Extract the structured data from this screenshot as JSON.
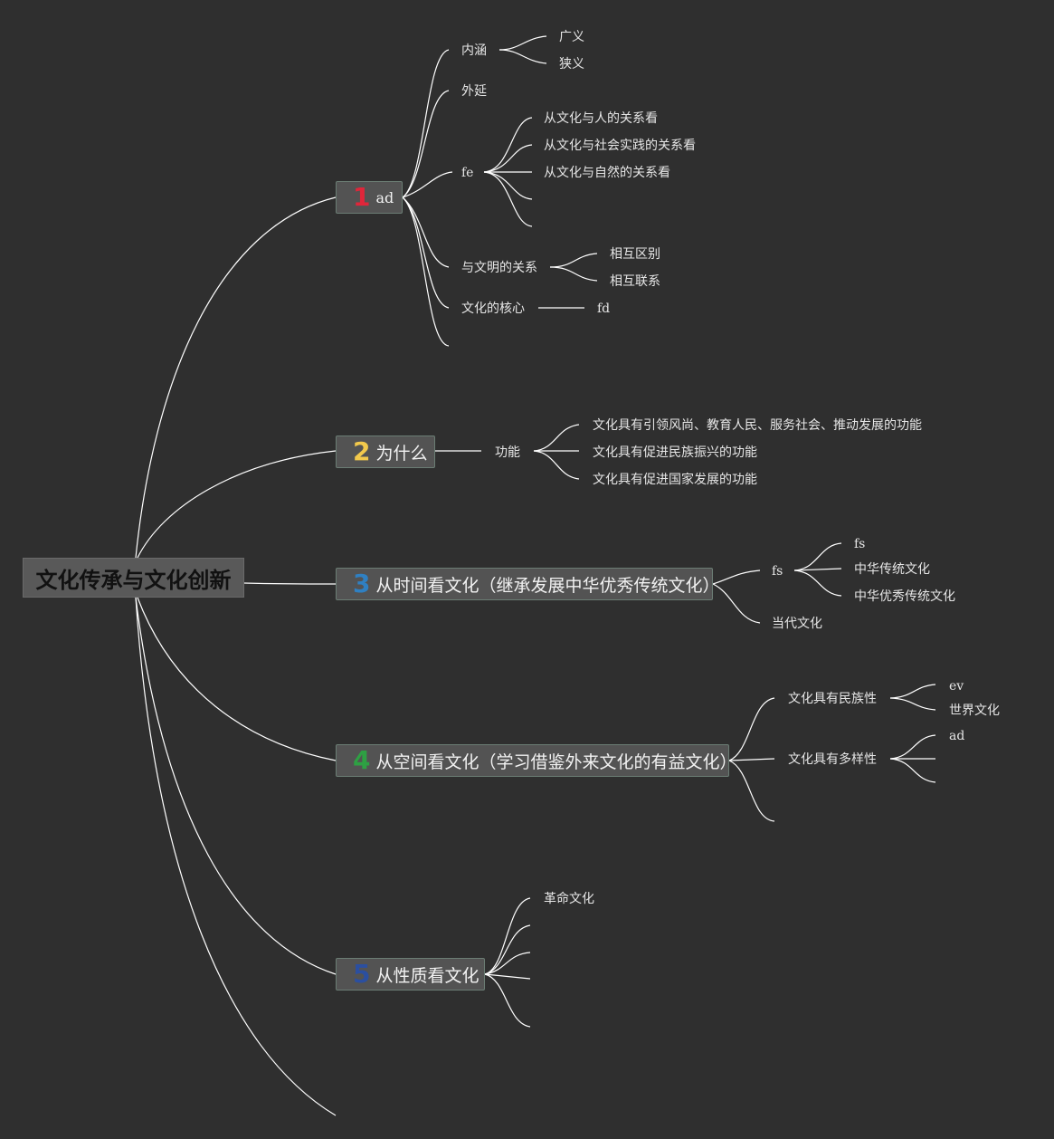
{
  "root": {
    "title": "文化传承与文化创新"
  },
  "branches": [
    {
      "num": "1",
      "num_color": "#e0263a",
      "label": "ad"
    },
    {
      "num": "2",
      "num_color": "#f2c94c",
      "label": "为什么"
    },
    {
      "num": "3",
      "num_color": "#2f80c2",
      "label": "从时间看文化（继承发展中华优秀传统文化）"
    },
    {
      "num": "4",
      "num_color": "#2ea043",
      "label": "从空间看文化（学习借鉴外来文化的有益文化）"
    },
    {
      "num": "5",
      "num_color": "#2b4fa0",
      "label": "从性质看文化"
    }
  ],
  "b1": {
    "neihan": "内涵",
    "guangyi": "广义",
    "xiayi": "狭义",
    "waiyan": "外延",
    "fe": "fe",
    "fe_items": [
      "从文化与人的关系看",
      "从文化与社会实践的关系看",
      "从文化与自然的关系看"
    ],
    "wenming": "与文明的关系",
    "wenming_items": [
      "相互区别",
      "相互联系"
    ],
    "hexin": "文化的核心",
    "fd": "fd"
  },
  "b2": {
    "gongneng": "功能",
    "items": [
      "文化具有引领风尚、教育人民、服务社会、推动发展的功能",
      "文化具有促进民族振兴的功能",
      "文化具有促进国家发展的功能"
    ]
  },
  "b3": {
    "fs": "fs",
    "fs_items": [
      "fs",
      "中华传统文化",
      "中华优秀传统文化"
    ],
    "dangdai": "当代文化"
  },
  "b4": {
    "minzu": "文化具有民族性",
    "minzu_items": [
      "ev",
      "世界文化"
    ],
    "duoyang": "文化具有多样性",
    "duoyang_items": [
      "ad"
    ]
  },
  "b5": {
    "items": [
      "革命文化"
    ]
  },
  "colors": {
    "background": "#2f2f2f",
    "line": "#ffffff",
    "node": "#535353",
    "node_border": "#6b7d74"
  }
}
